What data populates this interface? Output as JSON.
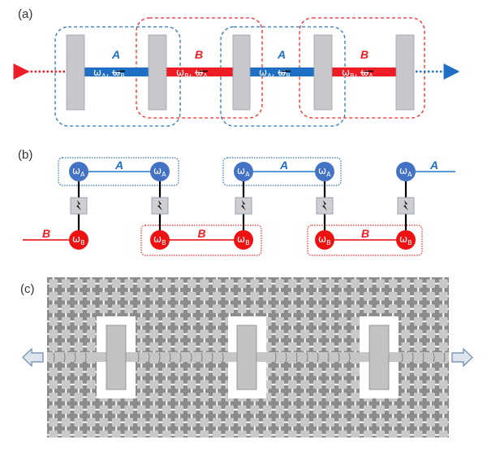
{
  "panels": {
    "a": {
      "label": "(a)",
      "segments": [
        {
          "name": "A",
          "freq": "ω",
          "sub1": "A",
          "sep": ",",
          "forbidden": "ω",
          "sub2": "B",
          "color": "#1f6fc5"
        },
        {
          "name": "B",
          "freq": "ω",
          "sub1": "B",
          "sep": ",",
          "forbidden": "ω",
          "sub2": "A",
          "color": "#ee1c25"
        },
        {
          "name": "A",
          "freq": "ω",
          "sub1": "A",
          "sep": ",",
          "forbidden": "ω",
          "sub2": "B",
          "color": "#1f6fc5"
        },
        {
          "name": "B",
          "freq": "ω",
          "sub1": "B",
          "sep": ",",
          "forbidden": "ω",
          "sub2": "A",
          "color": "#ee1c25"
        }
      ]
    },
    "b": {
      "label": "(b)",
      "top_nodes": [
        {
          "symbol": "ω",
          "sub": "A"
        },
        {
          "symbol": "ω",
          "sub": "A"
        },
        {
          "symbol": "ω",
          "sub": "A"
        },
        {
          "symbol": "ω",
          "sub": "A"
        },
        {
          "symbol": "ω",
          "sub": "A"
        }
      ],
      "bottom_nodes": [
        {
          "symbol": "ω",
          "sub": "B"
        },
        {
          "symbol": "ω",
          "sub": "B"
        },
        {
          "symbol": "ω",
          "sub": "B"
        },
        {
          "symbol": "ω",
          "sub": "B"
        },
        {
          "symbol": "ω",
          "sub": "B"
        }
      ],
      "top_links": [
        "A",
        "A",
        "A"
      ],
      "bottom_links": [
        "B",
        "B",
        "B"
      ]
    },
    "c": {
      "label": "(c)"
    }
  },
  "colors": {
    "blue": "#1f6fc5",
    "red": "#ee1c25",
    "node_blue": "#4472c4",
    "node_red": "#ee1111",
    "mirror_gray": "#c8c8cc",
    "dashed_blue": "#2e75b6",
    "dashed_red": "#ee2a2a"
  }
}
